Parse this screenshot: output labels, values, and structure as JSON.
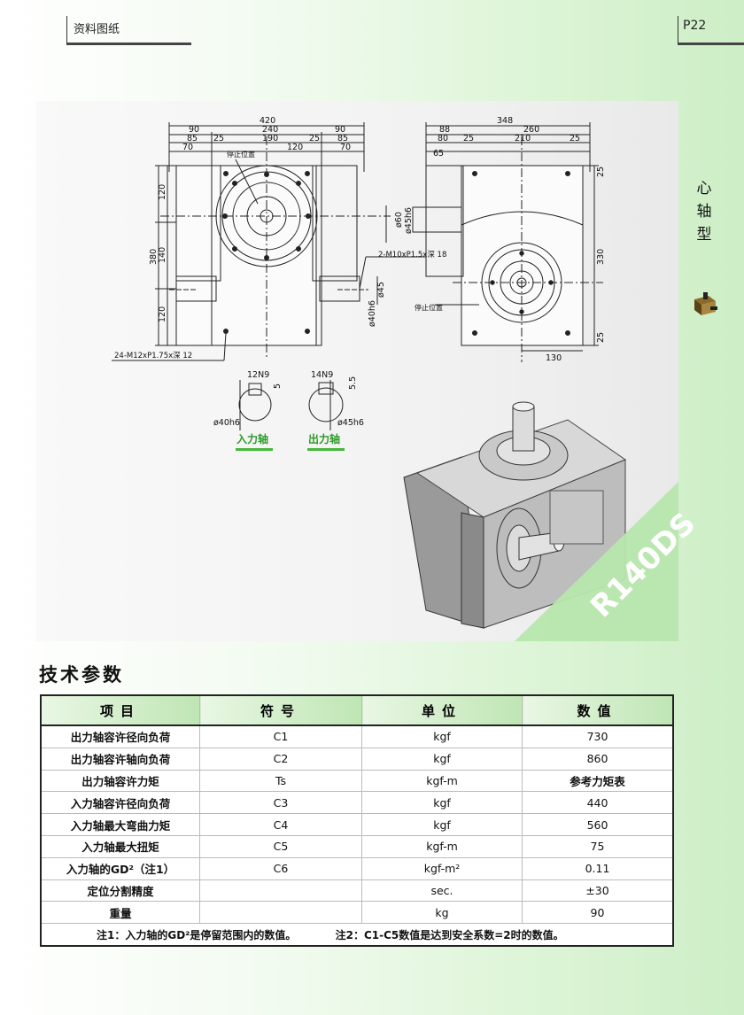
{
  "header": {
    "left_label": "资料图纸",
    "page_number": "P22"
  },
  "side": {
    "category": "心轴型",
    "icon": "product-thumbnail-icon"
  },
  "drawing": {
    "front_dims": {
      "top_total": "420",
      "top_mid": "240",
      "left_90": "90",
      "right_90": "90",
      "left_85": "85",
      "left_25": "25",
      "mid_190": "190",
      "right_25": "25",
      "right_85": "85",
      "left_70": "70",
      "mid_120": "120",
      "right_70": "70",
      "v_380": "380",
      "v_120a": "120",
      "v_140": "140",
      "v_120b": "120",
      "stop_pos": "停止位置",
      "bolt_note": "24-M12xP1.75x深 12"
    },
    "side_dims": {
      "top_total": "348",
      "left_88": "88",
      "mid_260": "260",
      "left_80": "80",
      "left_25": "25",
      "mid_210": "210",
      "right_25": "25",
      "left_65": "65",
      "d60": "ø60",
      "d45h6": "ø45h6",
      "d45": "ø45",
      "d40h6": "ø40h6",
      "tap_note": "2-M10xP1.5x深 18",
      "stop_pos": "停止位置",
      "r_25a": "25",
      "r_330": "330",
      "r_25b": "25",
      "b_130": "130"
    },
    "keys": {
      "input_key": "12N9",
      "input_depth": "5",
      "input_dia": "ø40h6",
      "input_label": "入力轴",
      "output_key": "14N9",
      "output_depth": "5.5",
      "output_dia": "ø45h6",
      "output_label": "出力轴"
    },
    "model_name": "R140DS"
  },
  "specs": {
    "title": "技术参数",
    "headers": [
      "项目",
      "符号",
      "单位",
      "数值"
    ],
    "rows": [
      {
        "item": "出力轴容许径向负荷",
        "symbol": "C1",
        "unit": "kgf",
        "value": "730"
      },
      {
        "item": "出力轴容许轴向负荷",
        "symbol": "C2",
        "unit": "kgf",
        "value": "860"
      },
      {
        "item": "出力轴容许力矩",
        "symbol": "Ts",
        "unit": "kgf-m",
        "value": "参考力矩表"
      },
      {
        "item": "入力轴容许径向负荷",
        "symbol": "C3",
        "unit": "kgf",
        "value": "440"
      },
      {
        "item": "入力轴最大弯曲力矩",
        "symbol": "C4",
        "unit": "kgf",
        "value": "560"
      },
      {
        "item": "入力轴最大扭矩",
        "symbol": "C5",
        "unit": "kgf-m",
        "value": "75"
      },
      {
        "item": "入力轴的GD²（注1）",
        "symbol": "C6",
        "unit": "kgf-m²",
        "value": "0.11"
      },
      {
        "item": "定位分割精度",
        "symbol": "",
        "unit": "sec.",
        "value": "±30"
      },
      {
        "item": "重量",
        "symbol": "",
        "unit": "kg",
        "value": "90"
      }
    ],
    "note1": "注1：入力轴的GD²是停留范围内的数值。",
    "note2": "注2：C1-C5数值是达到安全系数=2时的数值。"
  },
  "colors": {
    "accent_green": "#46b83a",
    "band_green": "#b7e6ac"
  }
}
